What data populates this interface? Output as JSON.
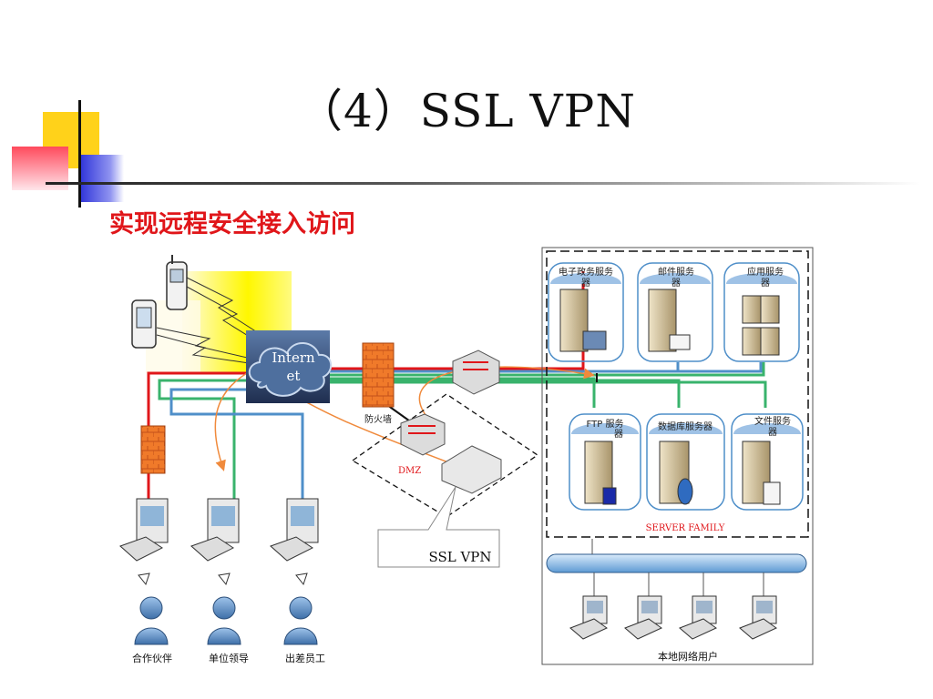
{
  "slide": {
    "title": "（4）SSL VPN",
    "subtitle": "实现远程安全接入访问"
  },
  "diagram": {
    "internet_label_line1": "Intern",
    "internet_label_line2": "et",
    "firewall_label": "防火墙",
    "dmz_label": "DMZ",
    "ssl_vpn_label": "SSL VPN",
    "server_family_label": "SERVER FAMILY",
    "servers_top": [
      {
        "line1": "电子政务服务",
        "line2": "器"
      },
      {
        "line1": "邮件服务",
        "line2": "器"
      },
      {
        "line1": "应用服务",
        "line2": "器"
      }
    ],
    "servers_bottom": [
      {
        "line1": "FTP  服务",
        "line2": "器"
      },
      {
        "line1": "数据库服务器",
        "line2": ""
      },
      {
        "line1": "文件服务",
        "line2": "器"
      }
    ],
    "remote_users": [
      "合作伙伴",
      "单位领导",
      "出差员工"
    ],
    "local_users_label": "本地网络用户",
    "colors": {
      "red_line": "#e0161a",
      "green_line": "#39b36c",
      "blue_line": "#4f8fc9",
      "orange_arrow": "#f08a3c",
      "title_red": "#e0161a"
    }
  }
}
